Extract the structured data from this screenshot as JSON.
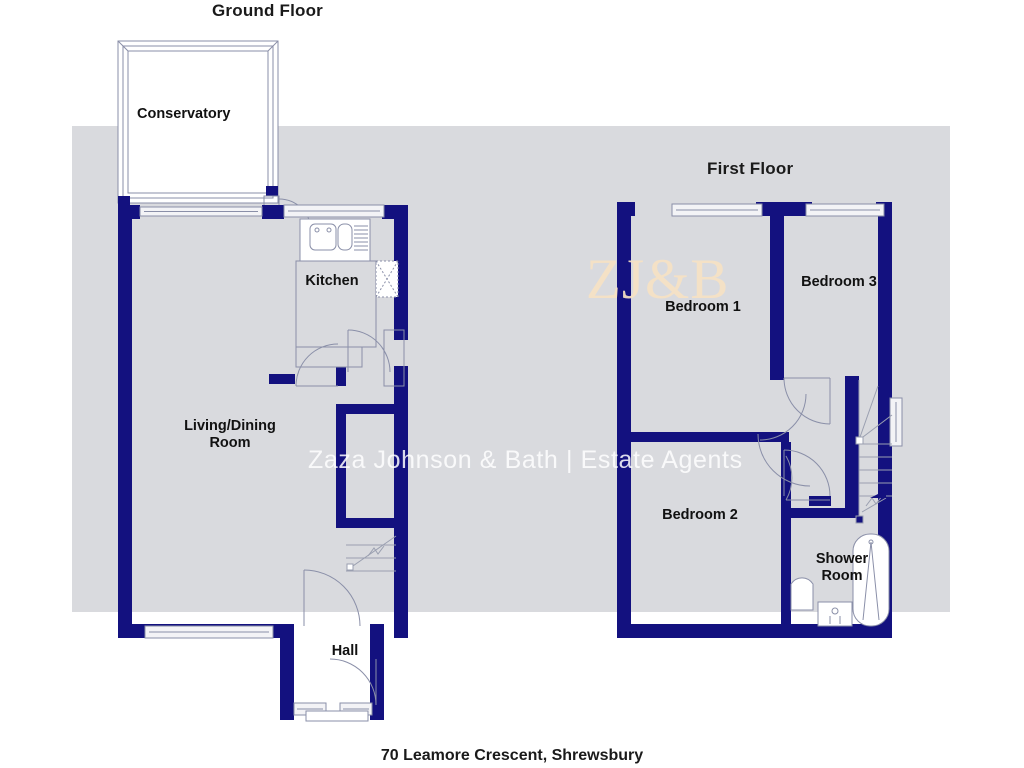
{
  "page": {
    "address": "70 Leamore Crescent, Shrewsbury",
    "background_color": "#ffffff",
    "band_color": "#d9dade",
    "wall_color": "#13117f",
    "thin_line_color": "#8a8fa8",
    "room_fill": "#d9dade",
    "text_color": "#111111"
  },
  "floors": [
    {
      "id": "ground",
      "title": "Ground Floor",
      "rooms": [
        {
          "id": "conservatory",
          "label": "Conservatory"
        },
        {
          "id": "kitchen",
          "label": "Kitchen"
        },
        {
          "id": "living-dining",
          "label": "Living/Dining\nRoom"
        },
        {
          "id": "hall",
          "label": "Hall"
        }
      ]
    },
    {
      "id": "first",
      "title": "First Floor",
      "rooms": [
        {
          "id": "bedroom-1",
          "label": "Bedroom 1"
        },
        {
          "id": "bedroom-2",
          "label": "Bedroom 2"
        },
        {
          "id": "bedroom-3",
          "label": "Bedroom 3"
        },
        {
          "id": "shower-room",
          "label": "Shower\nRoom"
        }
      ]
    }
  ],
  "watermark": {
    "monogram": "ZJ&B",
    "monogram_color": "#f7e2c4",
    "strapline": "Zaza Johnson & Bath  |  Estate Agents",
    "strapline_color": "#ffffff"
  },
  "fixtures": {
    "kitchen": [
      "sink",
      "worktop",
      "hob"
    ],
    "shower_room": [
      "wash-basin",
      "wc",
      "shower-enclosure"
    ],
    "stairs": [
      "ground-floor-stairs",
      "first-floor-stairs-with-winders"
    ]
  }
}
